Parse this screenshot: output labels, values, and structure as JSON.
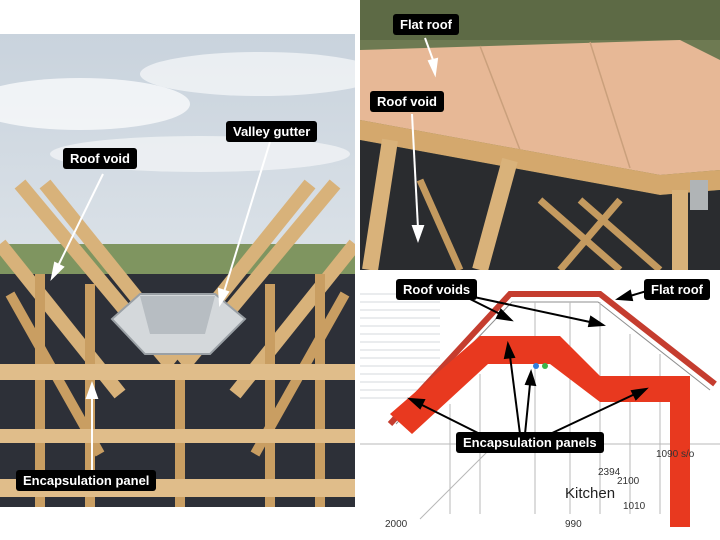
{
  "left_photo": {
    "labels": {
      "roof_void": "Roof void",
      "valley_gutter": "Valley gutter",
      "encapsulation_panel": "Encapsulation panel"
    }
  },
  "top_right_photo": {
    "labels": {
      "flat_roof": "Flat roof",
      "roof_void": "Roof void"
    }
  },
  "drawing": {
    "labels": {
      "roof_voids": "Roof voids",
      "flat_roof": "Flat roof",
      "encapsulation_panels": "Encapsulation panels"
    },
    "room": "Kitchen",
    "dimensions": {
      "d1": "2394",
      "d2": "2100",
      "d3": "1090 s/o",
      "d4": "1010",
      "d5": "2000",
      "d6": "990"
    }
  },
  "colors": {
    "encapsulation_red": "#e8391f",
    "timber": "#d9b27a",
    "plywood": "#e7b896"
  }
}
